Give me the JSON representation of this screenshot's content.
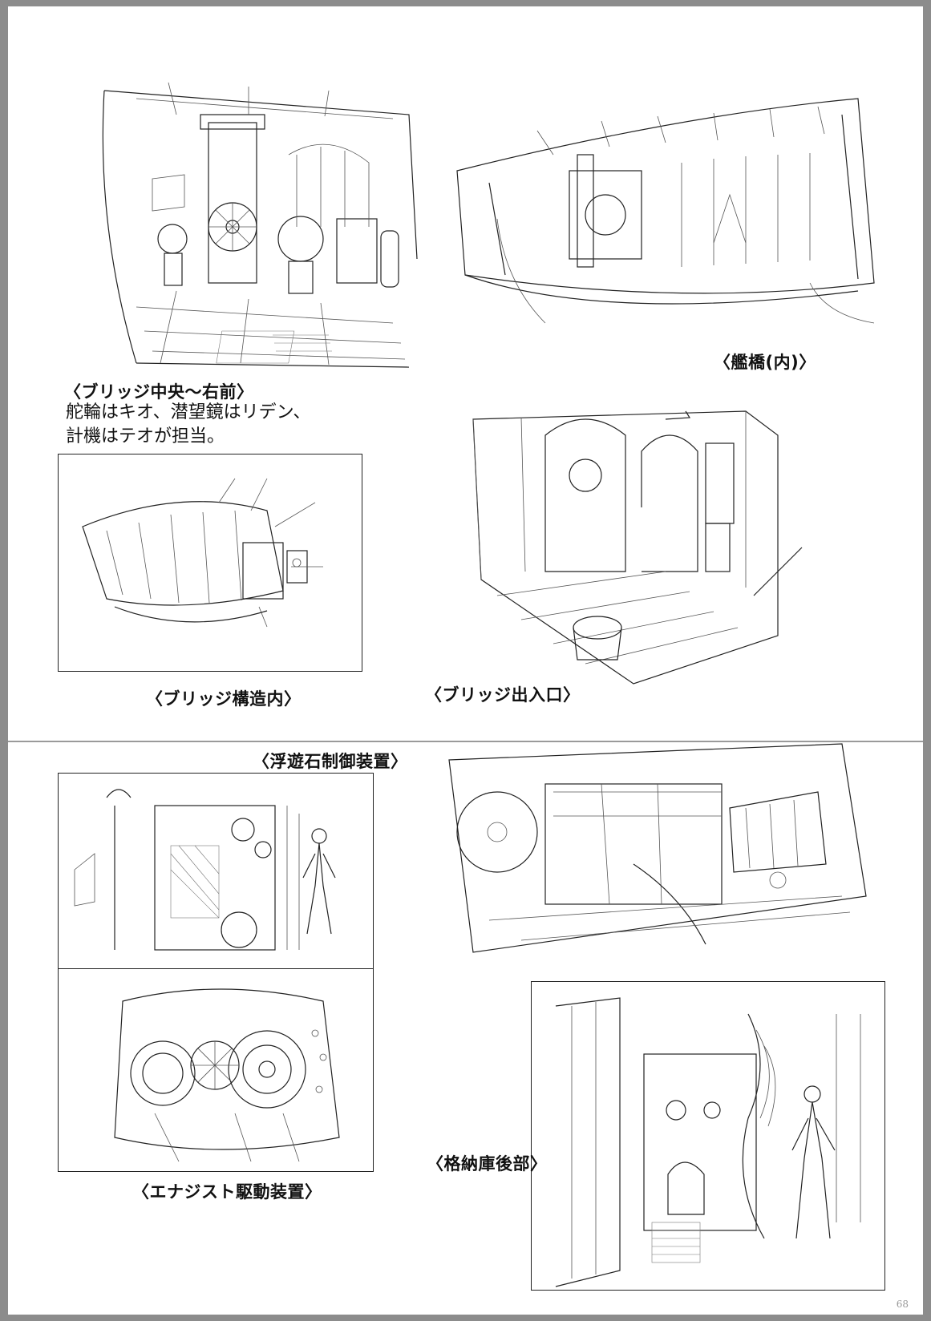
{
  "captions": {
    "bridge_center": "〈ブリッジ中央〜右前〉",
    "bridge_tower": "〈艦橋(内)〉",
    "bridge_structure": "〈ブリッジ構造内〉",
    "bridge_entrance": "〈ブリッジ出入口〉",
    "levitation_control": "〈浮遊石制御装置〉",
    "energist_drive": "〈エナジスト駆動装置〉",
    "hangar_rear": "〈格納庫後部〉"
  },
  "note_lines": [
    "舵輪はキオ、潜望鏡はリデン、",
    "計機はテオが担当。"
  ],
  "page_number": "68"
}
